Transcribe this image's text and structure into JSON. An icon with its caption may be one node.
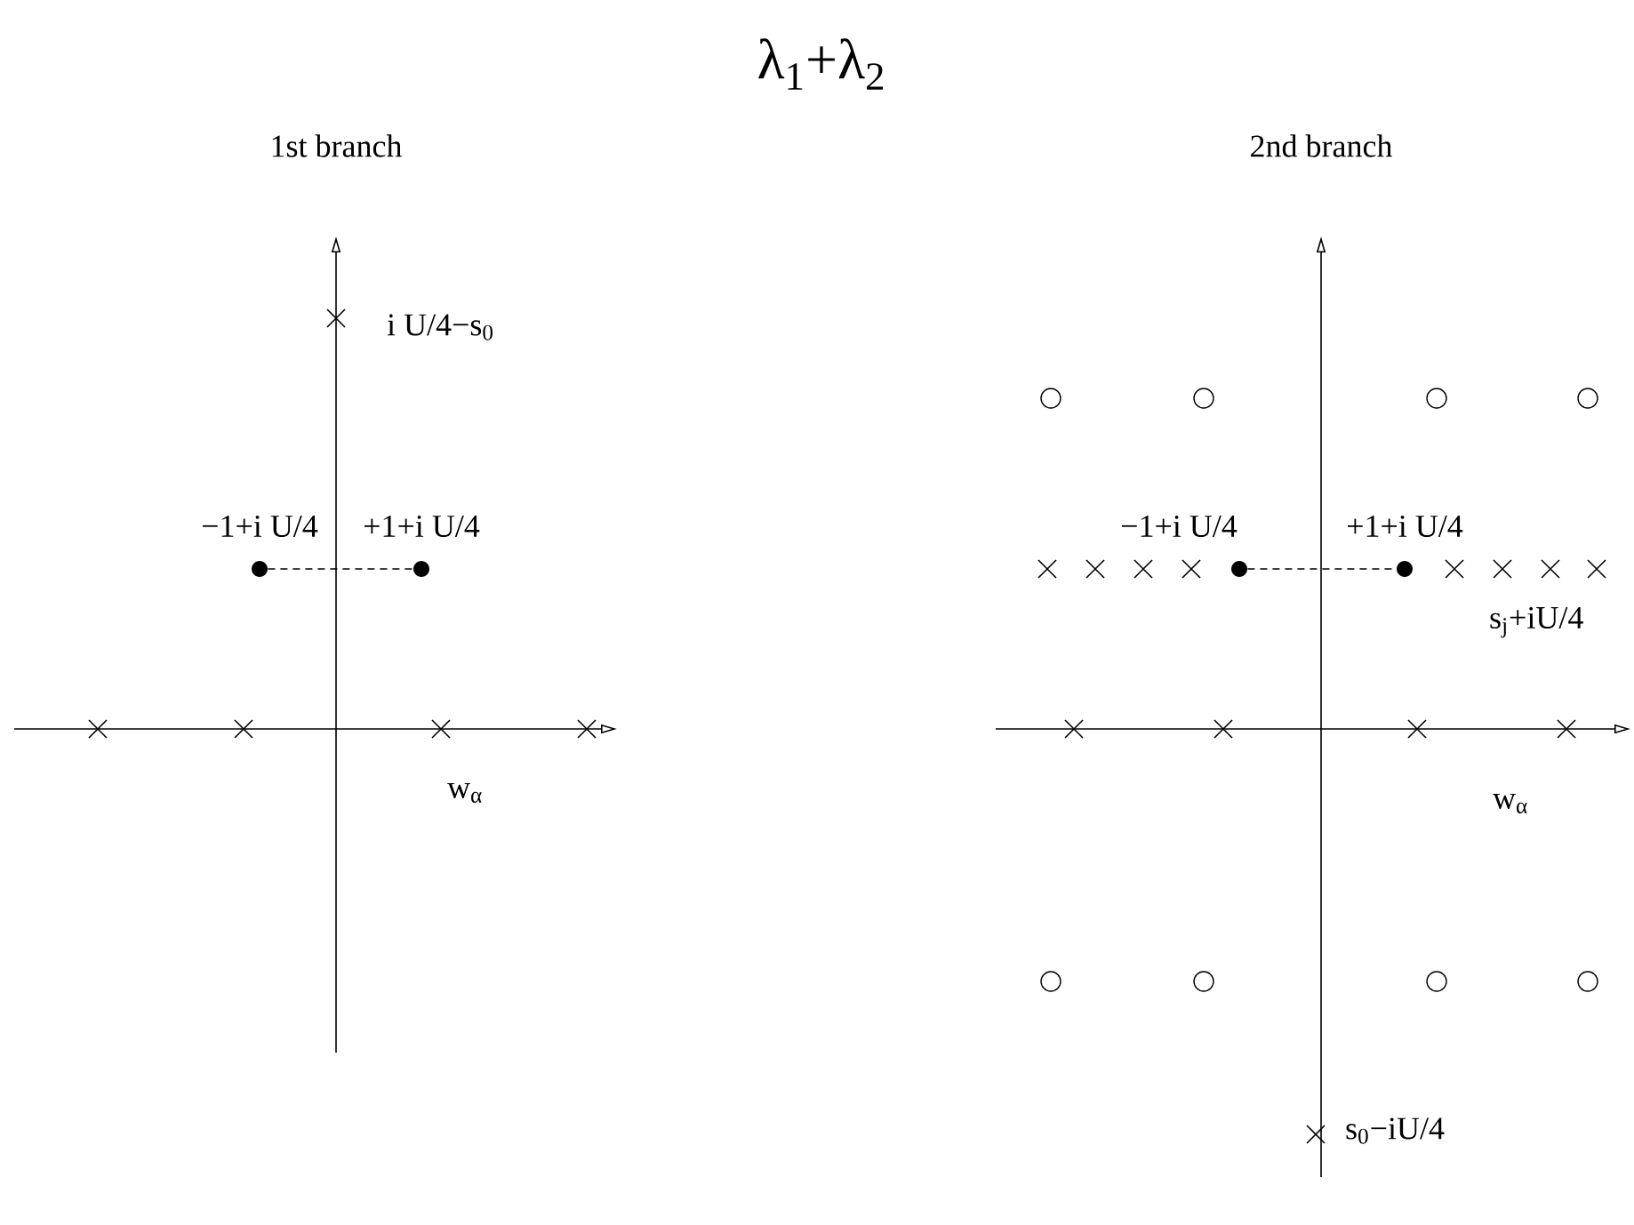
{
  "diagram": {
    "title": "λ$_{1}$+λ$_{2}$",
    "nodes": [
      {
        "text": [],
        "shape": "circle",
        "beside": [
          "−1+i U/4"
        ]
      },
      {
        "text": [],
        "shape": "circle",
        "beside": [
          "+1+i U/4"
        ]
      },
      {
        "text": [],
        "shape": "circle",
        "beside": [
          "−1+i U/4"
        ]
      },
      {
        "text": [],
        "shape": "circle",
        "beside": [
          "+1+i U/4"
        ]
      }
    ],
    "edges": [
      {
        "from": 0,
        "to": 1,
        "arrow": "none",
        "style": "dashed"
      },
      {
        "from": 2,
        "to": 3,
        "arrow": "none",
        "style": "dashed"
      }
    ],
    "labels": [
      "1st branch",
      "2nd branch",
      "i U/4−s$_{0}$",
      "w$_{α}$",
      "s$_{j}$+iU/4",
      "w$_{α}$",
      "s$_{0}$−iU/4"
    ]
  }
}
